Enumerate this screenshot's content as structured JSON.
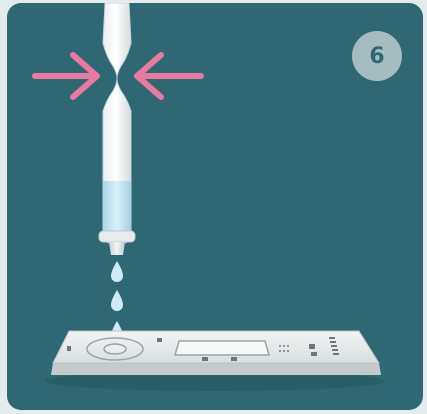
{
  "step": {
    "number": "6"
  },
  "illustration": {
    "arrow_color": "#e77aa1",
    "panel_color": "#2f6872",
    "badge_color": "#a7bcc0",
    "liquid_color": "#bfe3ef",
    "drop_color": "#cfeaf4",
    "drops_count": 3,
    "icons": [
      "squeeze-arrow-left-icon",
      "squeeze-arrow-right-icon",
      "dropper-tube",
      "liquid-drop-icon",
      "test-cassette"
    ]
  }
}
